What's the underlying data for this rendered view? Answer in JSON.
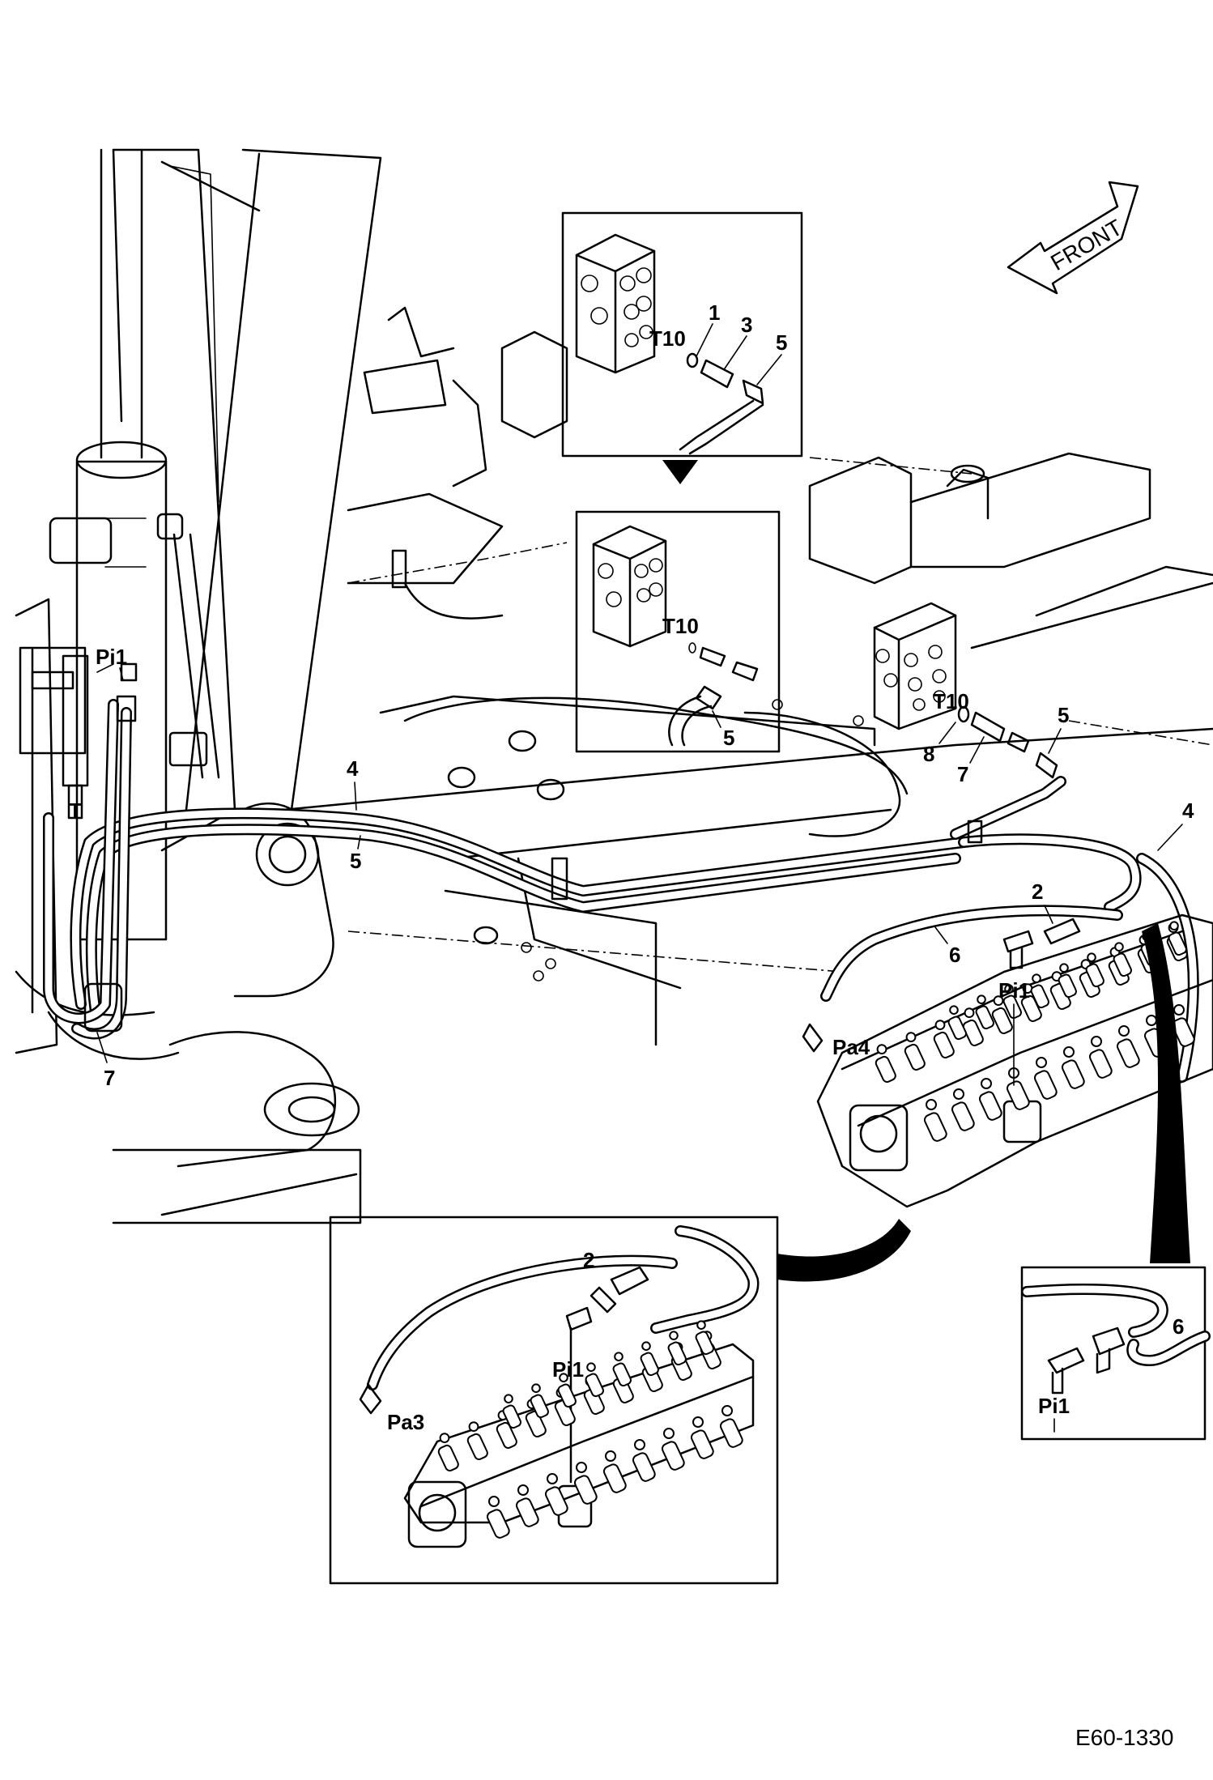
{
  "diagram": {
    "figure_code": "E60-1330",
    "front_arrow_label": "FRONT",
    "main_labels": {
      "pi1_boom": "Pi1",
      "t_boom": "T",
      "hose_4_left": "4",
      "hose_5_left": "5",
      "clamp_7_left": "7",
      "t10_block": "T10",
      "fitting_8": "8",
      "fitting_7": "7",
      "hose_5_right": "5",
      "hose_4_right": "4",
      "tee_2": "2",
      "hose_6": "6",
      "pi1_valve": "Pi1",
      "pa4": "Pa4"
    },
    "detail_top": {
      "t10": "T10",
      "part_1": "1",
      "part_3": "3",
      "part_5": "5"
    },
    "detail_mid": {
      "t10": "T10",
      "part_5": "5"
    },
    "detail_bottom": {
      "part_2": "2",
      "pi1": "Pi1",
      "pa3": "Pa3"
    },
    "detail_right": {
      "part_6": "6",
      "pi1": "Pi1"
    }
  }
}
